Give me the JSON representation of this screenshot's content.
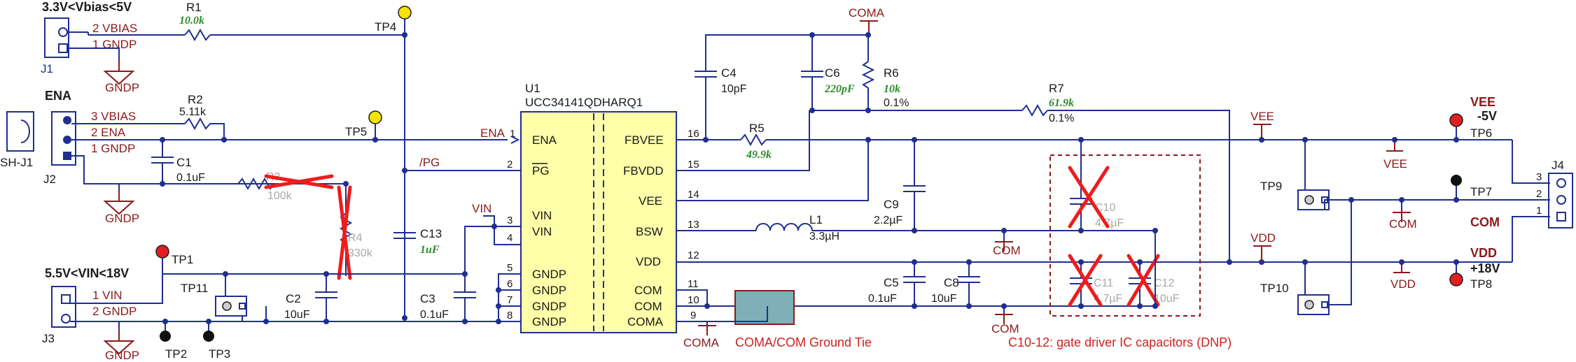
{
  "headers": {
    "vbias_range": "3.3V<Vbias<5V",
    "ena": "ENA",
    "vin_range": "5.5V<VIN<18V"
  },
  "connectors": {
    "j1": {
      "ref": "J1",
      "pins": [
        "2 VBIAS",
        "1 GNDP"
      ]
    },
    "j2": {
      "ref": "J2",
      "pins": [
        "3 VBIAS",
        "2 ENA",
        "1 GNDP"
      ]
    },
    "j3": {
      "ref": "J3",
      "pins": [
        "1 VIN",
        "2 GNDP"
      ]
    },
    "j4": {
      "ref": "J4",
      "pins": [
        "3",
        "2",
        "1"
      ]
    },
    "shunt": "SH-J1"
  },
  "ic": {
    "ref": "U1",
    "part": "UCC34141QDHARQ1",
    "left_pins": [
      {
        "num": "1",
        "name": "ENA"
      },
      {
        "num": "2",
        "name": "PG"
      },
      {
        "num": "3",
        "name": "VIN"
      },
      {
        "num": "4",
        "name": "VIN"
      },
      {
        "num": "5",
        "name": "GNDP"
      },
      {
        "num": "6",
        "name": "GNDP"
      },
      {
        "num": "7",
        "name": "GNDP"
      },
      {
        "num": "8",
        "name": "GNDP"
      }
    ],
    "right_pins": [
      {
        "num": "16",
        "name": "FBVEE"
      },
      {
        "num": "15",
        "name": "FBVDD"
      },
      {
        "num": "14",
        "name": "VEE"
      },
      {
        "num": "13",
        "name": "BSW"
      },
      {
        "num": "12",
        "name": "VDD"
      },
      {
        "num": "11",
        "name": "COM"
      },
      {
        "num": "10",
        "name": "COM"
      },
      {
        "num": "9",
        "name": "COMA"
      }
    ]
  },
  "nets": {
    "gndp": "GNDP",
    "com": "COM",
    "coma": "COMA",
    "vee": "VEE",
    "vdd": "VDD",
    "ena": "ENA",
    "pg": "/PG",
    "vin": "VIN"
  },
  "parts": {
    "r1": {
      "ref": "R1",
      "value": "10.0k"
    },
    "r2": {
      "ref": "R2",
      "value": "5.11k"
    },
    "r3": {
      "ref": "R3",
      "value": "100k"
    },
    "r4": {
      "ref": "R4",
      "value": "330k"
    },
    "r5": {
      "ref": "R5",
      "value": "49.9k"
    },
    "r6": {
      "ref": "R6",
      "value": "10k",
      "tol": "0.1%"
    },
    "r7": {
      "ref": "R7",
      "value": "61.9k",
      "tol": "0.1%"
    },
    "c1": {
      "ref": "C1",
      "value": "0.1uF"
    },
    "c2": {
      "ref": "C2",
      "value": "10uF"
    },
    "c3": {
      "ref": "C3",
      "value": "0.1uF"
    },
    "c4": {
      "ref": "C4",
      "value": "10pF"
    },
    "c5": {
      "ref": "C5",
      "value": "0.1uF"
    },
    "c6": {
      "ref": "C6",
      "value": "220pF"
    },
    "c8": {
      "ref": "C8",
      "value": "10uF"
    },
    "c9": {
      "ref": "C9",
      "value": "2.2µF"
    },
    "c10": {
      "ref": "C10",
      "value": "4.7µF"
    },
    "c11": {
      "ref": "C11",
      "value": "4.7µF"
    },
    "c12": {
      "ref": "C12",
      "value": "10uF"
    },
    "c13": {
      "ref": "C13",
      "value": "1uF"
    },
    "l1": {
      "ref": "L1",
      "value": "3.3µH"
    }
  },
  "testpoints": [
    "TP1",
    "TP2",
    "TP3",
    "TP4",
    "TP5",
    "TP6",
    "TP7",
    "TP8",
    "TP9",
    "TP10",
    "TP11"
  ],
  "outputs": {
    "vee_title": "VEE",
    "vee_value": "-5V",
    "com_title": "COM",
    "vdd_title": "VDD",
    "vdd_value": "+18V"
  },
  "notes": {
    "ground_tie": "COMA/COM Ground Tie",
    "dnp": "C10-12: gate driver IC capacitors (DNP)"
  },
  "colors": {
    "wire": "#1f2f8f",
    "net_label": "#8b1a1a",
    "ic_fill": "#ffffaa",
    "dnp_cross": "#ee1c1c",
    "tie_fill": "#7fb0b8",
    "tp_red": "#e02020",
    "tp_yellow": "#f5e400"
  }
}
